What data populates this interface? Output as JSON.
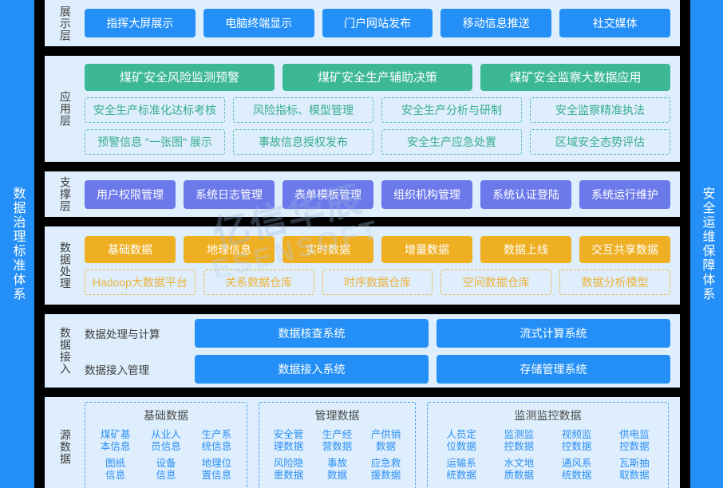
{
  "colors": {
    "rail_blue": "#2490f7",
    "panel_bg": "#deeefc",
    "separator": "#000000",
    "solid_blue": "#2490f7",
    "solid_green": "#3cb894",
    "dash_green": "#37ad8d",
    "solid_purple": "#6b79ea",
    "solid_orange": "#eeaf22",
    "dash_orange": "#edb33c",
    "source_text_blue": "#2b8ff5"
  },
  "rails": {
    "left": "数据治理标准体系",
    "right": "安全运维保障体系"
  },
  "watermark": {
    "cn": "亿信华辰",
    "en": "ESENSOFT"
  },
  "layers": [
    {
      "id": "display",
      "label": "展示层",
      "rows": [
        {
          "style": "solid-blue",
          "items": [
            "指挥大屏展示",
            "电脑终端显示",
            "门户网站发布",
            "移动信息推送",
            "社交媒体"
          ]
        }
      ]
    },
    {
      "id": "application",
      "label": "应用层",
      "rows": [
        {
          "style": "solid-green",
          "items": [
            "煤矿安全风险监测预警",
            "煤矿安全生产辅助决策",
            "煤矿安全监察大数据应用"
          ]
        },
        {
          "style": "dash-green",
          "items": [
            "安全生产标准化达标考核",
            "风险指标、模型管理",
            "安全生产分析与研制",
            "安全监察精准执法"
          ]
        },
        {
          "style": "dash-green",
          "items": [
            "预警信息 \"一张图\" 展示",
            "事故信息授权发布",
            "安全生产应急处置",
            "区域安全态势评估"
          ]
        }
      ]
    },
    {
      "id": "support",
      "label": "支撑层",
      "rows": [
        {
          "style": "solid-purple",
          "items": [
            "用户权限管理",
            "系统日志管理",
            "表单模板管理",
            "组织机构管理",
            "系统认证登陆",
            "系统运行维护"
          ]
        }
      ]
    },
    {
      "id": "processing",
      "label": "数据处理",
      "rows": [
        {
          "style": "solid-orange",
          "items": [
            "基础数据",
            "地理信息",
            "实时数据",
            "增量数据",
            "数据上线",
            "交互共享数据"
          ]
        },
        {
          "style": "dash-orange",
          "items": [
            "Hadoop大数据平台",
            "关系数据仓库",
            "时序数据仓库",
            "空间数据仓库",
            "数据分析模型"
          ]
        }
      ]
    }
  ],
  "access_layer": {
    "label": "数据接入",
    "rows": [
      {
        "caption": "数据处理与计算",
        "items": [
          "数据核查系统",
          "流式计算系统"
        ]
      },
      {
        "caption": "数据接入管理",
        "items": [
          "数据接入系统",
          "存储管理系统"
        ]
      }
    ]
  },
  "source_layer": {
    "label": "源数据",
    "groups": [
      {
        "title": "基础数据",
        "items": [
          "煤矿基\n本信息",
          "从业人\n员信息",
          "生产系\n统信息",
          "图纸\n信息",
          "设备\n信息",
          "地理位\n置信息"
        ]
      },
      {
        "title": "管理数据",
        "items": [
          "安全管\n理数据",
          "生产经\n营数据",
          "产供销\n数据",
          "风险隐\n患数据",
          "事故\n数据",
          "应急救\n援数据"
        ]
      },
      {
        "title": "监测监控数据",
        "items": [
          "人员定\n位数据",
          "监测监\n控数据",
          "视频监\n控数据",
          "供电监\n控数据",
          "运输系\n统数据",
          "水文地\n质数据",
          "通风系\n统数据",
          "瓦斯抽\n取数据"
        ]
      }
    ]
  }
}
